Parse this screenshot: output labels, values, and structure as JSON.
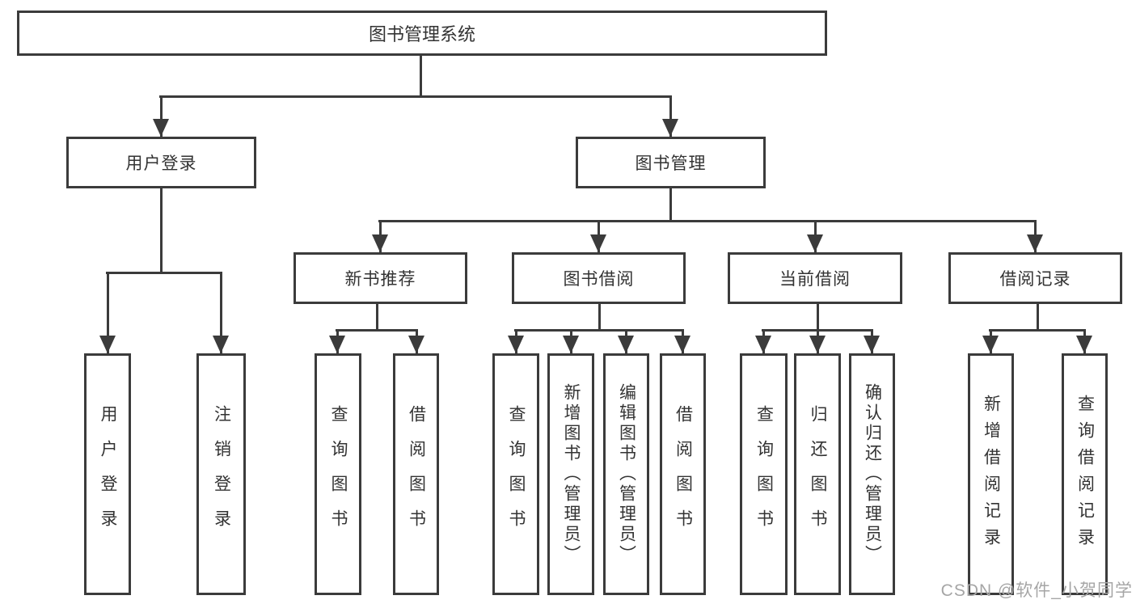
{
  "diagram_title": "图书管理系统",
  "tree": {
    "root": {
      "label": "图书管理系统"
    },
    "branches": [
      {
        "label": "用户登录",
        "children": [
          {
            "label": "用户登录"
          },
          {
            "label": "注销登录"
          }
        ]
      },
      {
        "label": "图书管理",
        "sections": [
          {
            "label": "新书推荐",
            "children": [
              {
                "label": "查询图书"
              },
              {
                "label": "借阅图书"
              }
            ]
          },
          {
            "label": "图书借阅",
            "children": [
              {
                "label": "查询图书"
              },
              {
                "label": "新增图书（管理员）"
              },
              {
                "label": "编辑图书（管理员）"
              },
              {
                "label": "借阅图书"
              }
            ]
          },
          {
            "label": "当前借阅",
            "children": [
              {
                "label": "查询图书"
              },
              {
                "label": "归还图书"
              },
              {
                "label": "确认归还（管理员）"
              }
            ]
          },
          {
            "label": "借阅记录",
            "children": [
              {
                "label": "新增借阅记录"
              },
              {
                "label": "查询借阅记录"
              }
            ]
          }
        ]
      }
    ]
  },
  "watermark": {
    "text": "CSDN @软件_小贺同学"
  },
  "colors": {
    "line": "#3b3b3b",
    "box_border": "#3b3b3b",
    "box_fill": "#ffffff",
    "text": "#333333",
    "watermark": "#a6a6a6",
    "background": "#ffffff"
  }
}
